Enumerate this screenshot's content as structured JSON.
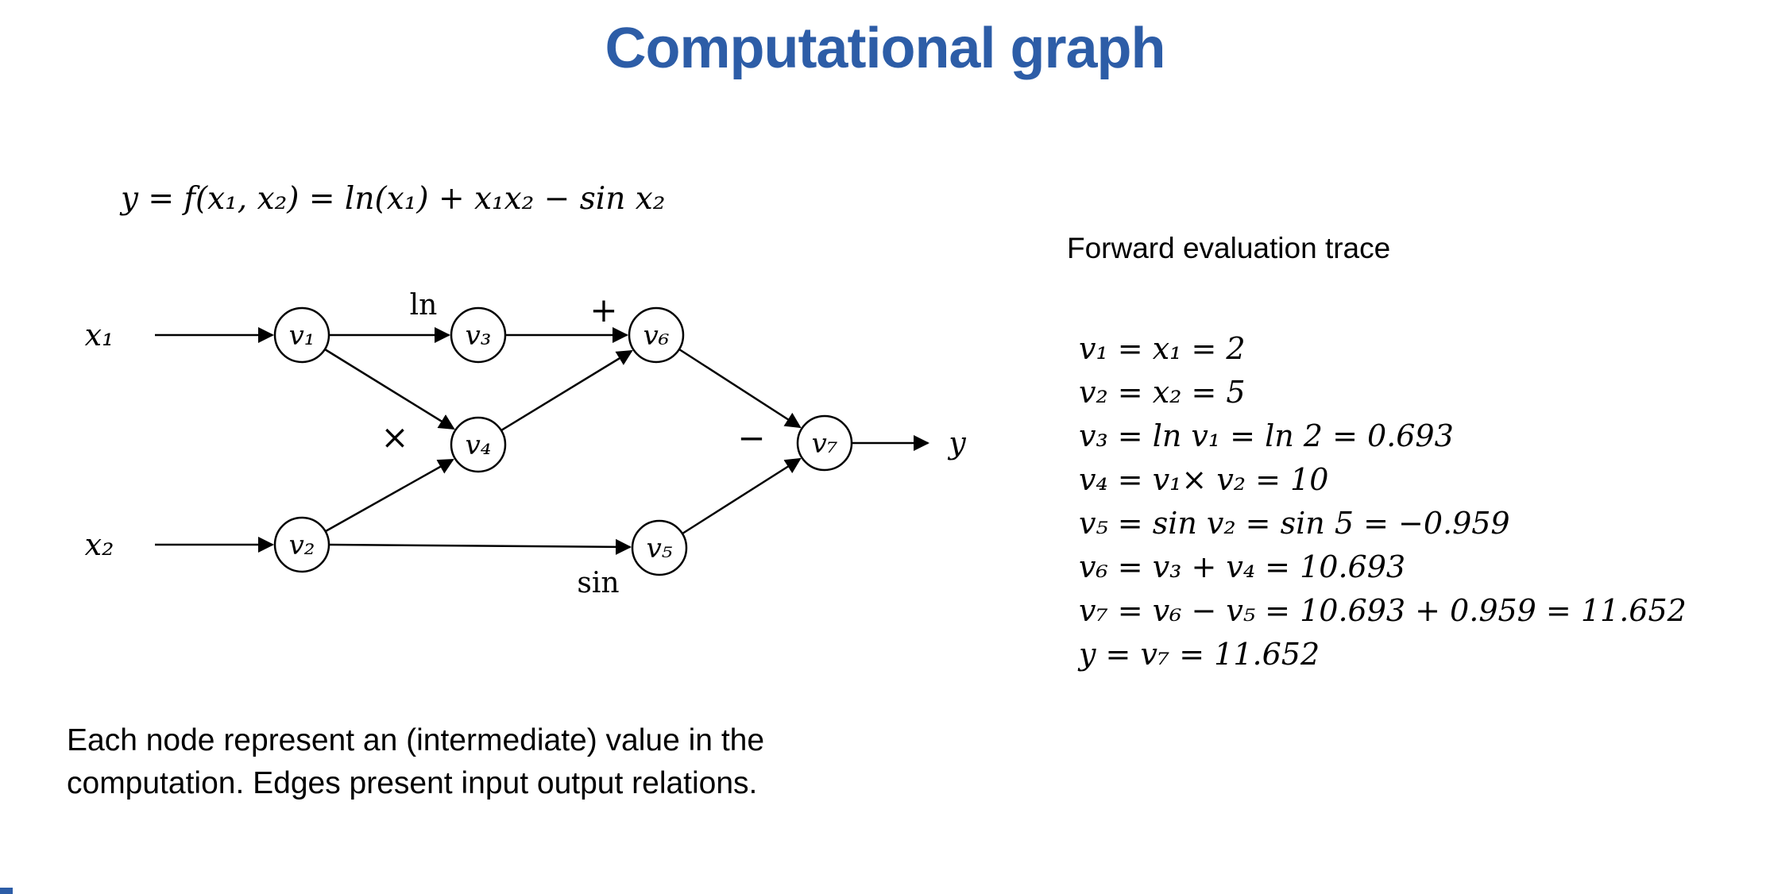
{
  "slide": {
    "title": "Computational graph",
    "formula": "y = f(x₁, x₂) = ln(x₁) + x₁x₂ − sin x₂",
    "caption_lines": [
      "Each node represent an (intermediate) value in the",
      "computation. Edges present input output relations."
    ]
  },
  "graph": {
    "input_labels": [
      "x₁",
      "x₂"
    ],
    "output_label": "y",
    "node_labels": [
      "v₁",
      "v₂",
      "v₃",
      "v₄",
      "v₅",
      "v₆",
      "v₇"
    ],
    "op_labels": {
      "ln": "ln",
      "plus": "+",
      "times": "×",
      "minus": "−",
      "sin": "sin"
    }
  },
  "trace": {
    "title": "Forward evaluation trace",
    "lines": [
      "v₁ = x₁ = 2",
      "v₂ = x₂ = 5",
      "v₃ = ln v₁ = ln 2 = 0.693",
      "v₄ = v₁× v₂ = 10",
      "v₅ = sin v₂ = sin 5 = −0.959",
      "v₆ = v₃ + v₄ = 10.693",
      "v₇ = v₆ − v₅ = 10.693 + 0.959 = 11.652",
      "y = v₇ = 11.652"
    ]
  },
  "colors": {
    "title_blue": "#2d5da7",
    "text": "#000000",
    "background": "#ffffff",
    "node_stroke": "#000000"
  }
}
